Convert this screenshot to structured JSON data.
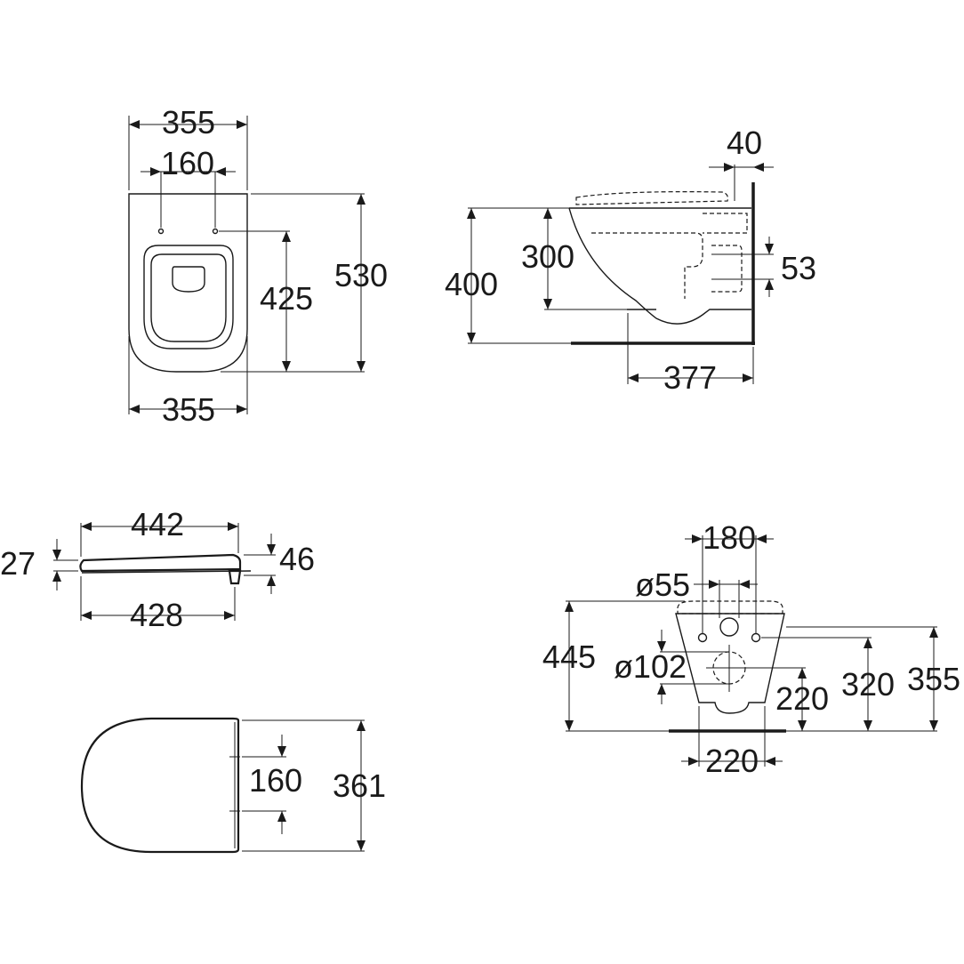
{
  "front_view": {
    "width_top": "355",
    "fixing_spacing": "160",
    "fixing_height": "425",
    "total_length": "530",
    "width_bottom": "355"
  },
  "side_view": {
    "wall_offset": "40",
    "inlet_height": "300",
    "rim_height": "400",
    "waste_dia_offset": "53",
    "projection": "377"
  },
  "seat_side_view": {
    "length_top": "442",
    "thickness": "27",
    "height_with_hinge": "46",
    "length_bottom": "428"
  },
  "seat_plan_view": {
    "hinge_spacing": "160",
    "width": "361"
  },
  "rear_view": {
    "fixing_spacing": "180",
    "inlet_dia": "ø55",
    "height_total": "445",
    "outlet_dia": "ø102",
    "outlet_height": "220",
    "inlet_height": "320",
    "top_height": "355",
    "base_width": "220"
  }
}
